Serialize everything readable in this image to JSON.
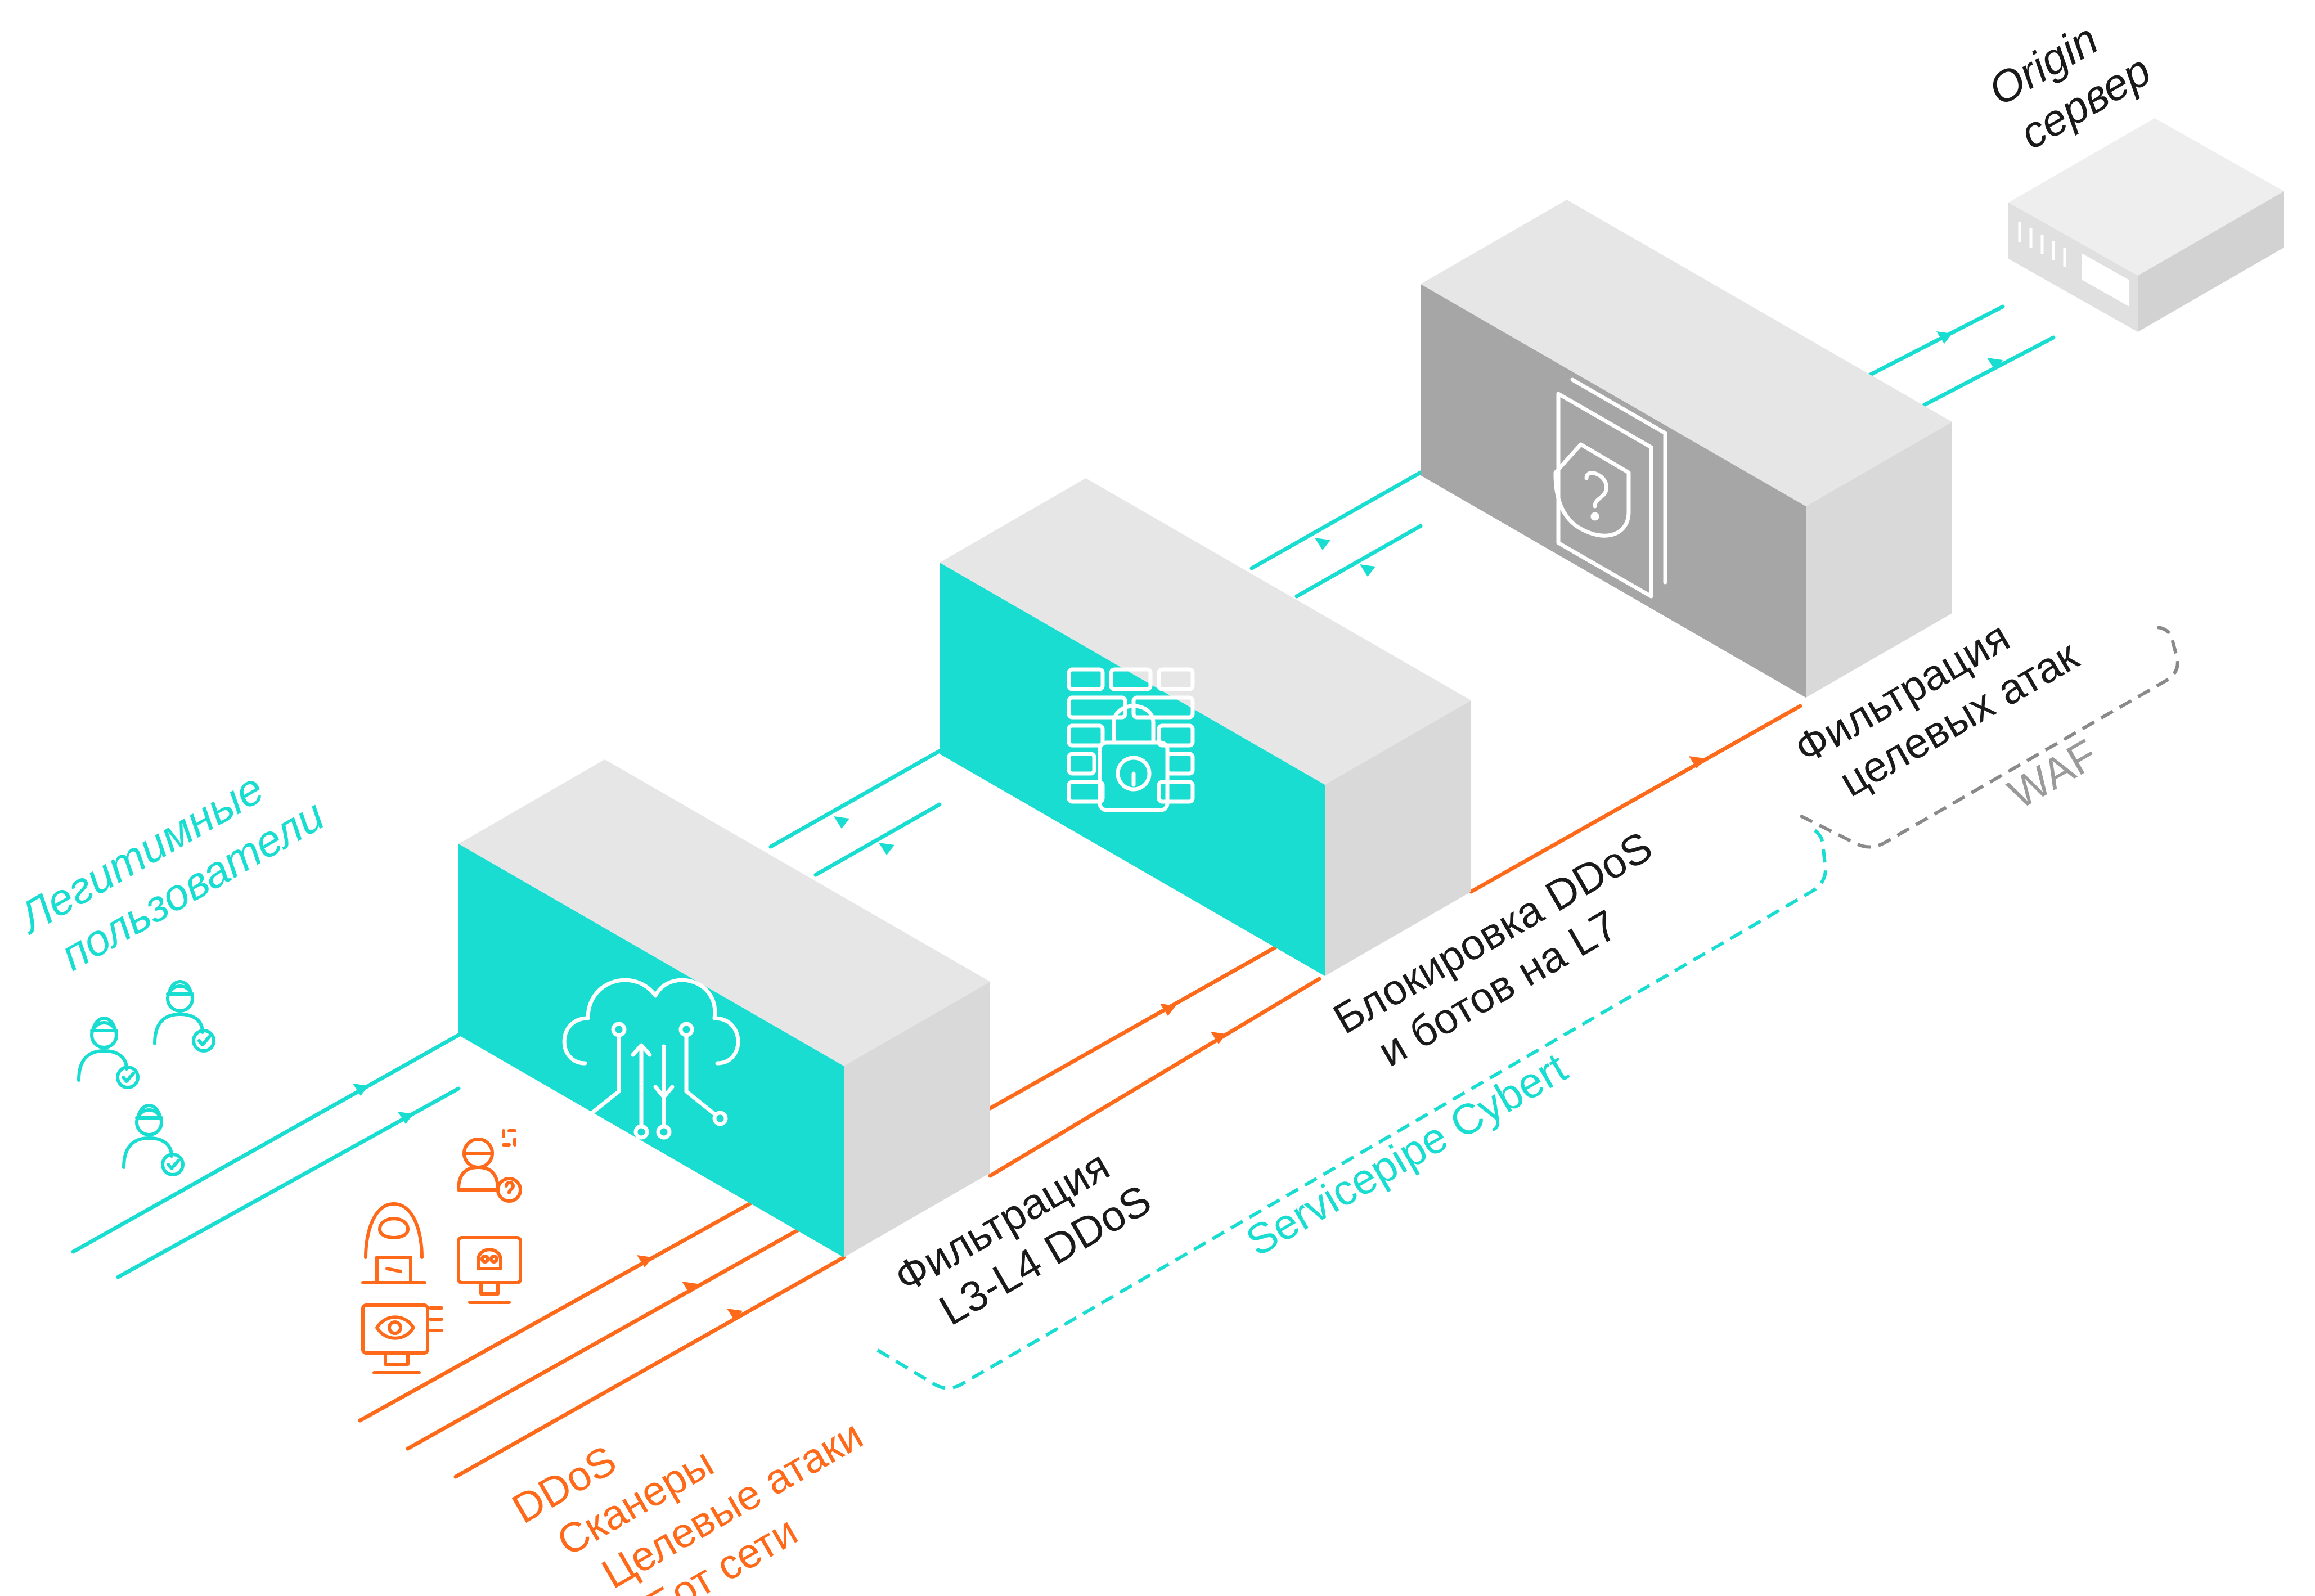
{
  "colors": {
    "teal": "#18ddd0",
    "orange": "#ff6a1a",
    "gray_dark": "#a6a6a6",
    "gray_light": "#e6e6e6",
    "gray_mid": "#cfcfcf",
    "dash_gray": "#8a8a8a",
    "text_dark": "#1a1a1a"
  },
  "labels": {
    "legit_line1": "Легитимные",
    "legit_line2": "пользователи",
    "attack_1": "DDoS",
    "attack_2": "Сканеры",
    "attack_3": "Целевые атаки",
    "attack_4": "Бот сети",
    "stage1_line1": "Фильтрация",
    "stage1_line2": "L3-L4 DDoS",
    "stage2_line1": "Блокировка DDoS",
    "stage2_line2": "и ботов на L7",
    "stage3_line1": "Фильтрация",
    "stage3_line2": "целевых атак",
    "group_servicepipe": "Servicepipe Cybert",
    "group_waf": "WAF",
    "origin_line1": "Origin",
    "origin_line2": "сервер"
  },
  "icons": {
    "stage1": "cloud-network-icon",
    "stage2": "firewall-lock-icon",
    "stage3": "document-shield-icon",
    "legit_users": "verified-user-icon",
    "attackers": [
      "hacker-icon",
      "spy-icon",
      "eye-monitor-icon",
      "skull-monitor-icon"
    ],
    "origin": "server-icon"
  }
}
